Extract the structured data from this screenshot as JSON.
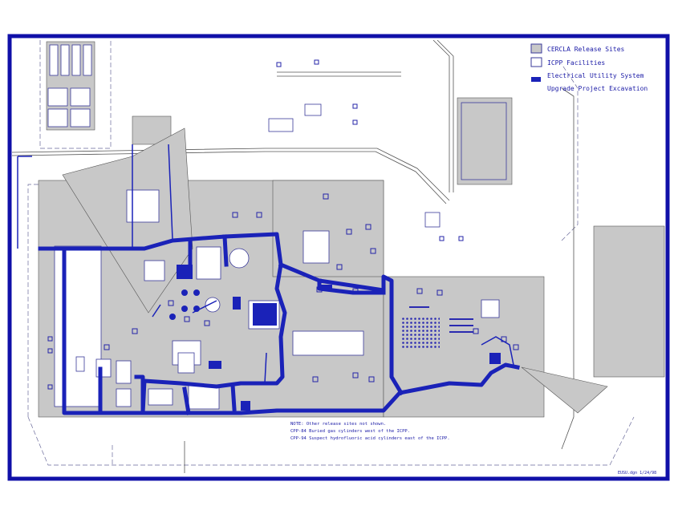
{
  "legend": {
    "items": [
      {
        "label": "CERCLA Release Sites",
        "swatch": "gray-box"
      },
      {
        "label": "ICPP Facilities",
        "swatch": "white-box"
      },
      {
        "label": "Electrical Utility System",
        "swatch": "blue-bar"
      },
      {
        "label": "Upgrade Project Excavation",
        "swatch": "none"
      }
    ]
  },
  "notes": {
    "line1": "NOTE:  Other release sites not shown.",
    "line2": "CPP-84 Buried gas cylinders west of the ICPP.",
    "line3": "CPP-94  Suspect hydrofluoric acid cylinders east of the ICPP."
  },
  "stamp": "EUSU.dgn   1/24/98",
  "colors": {
    "border": "#1010a8",
    "utility": "#1a22b8",
    "release_fill": "#c8c8c8",
    "outline": "#3a3a9a"
  }
}
